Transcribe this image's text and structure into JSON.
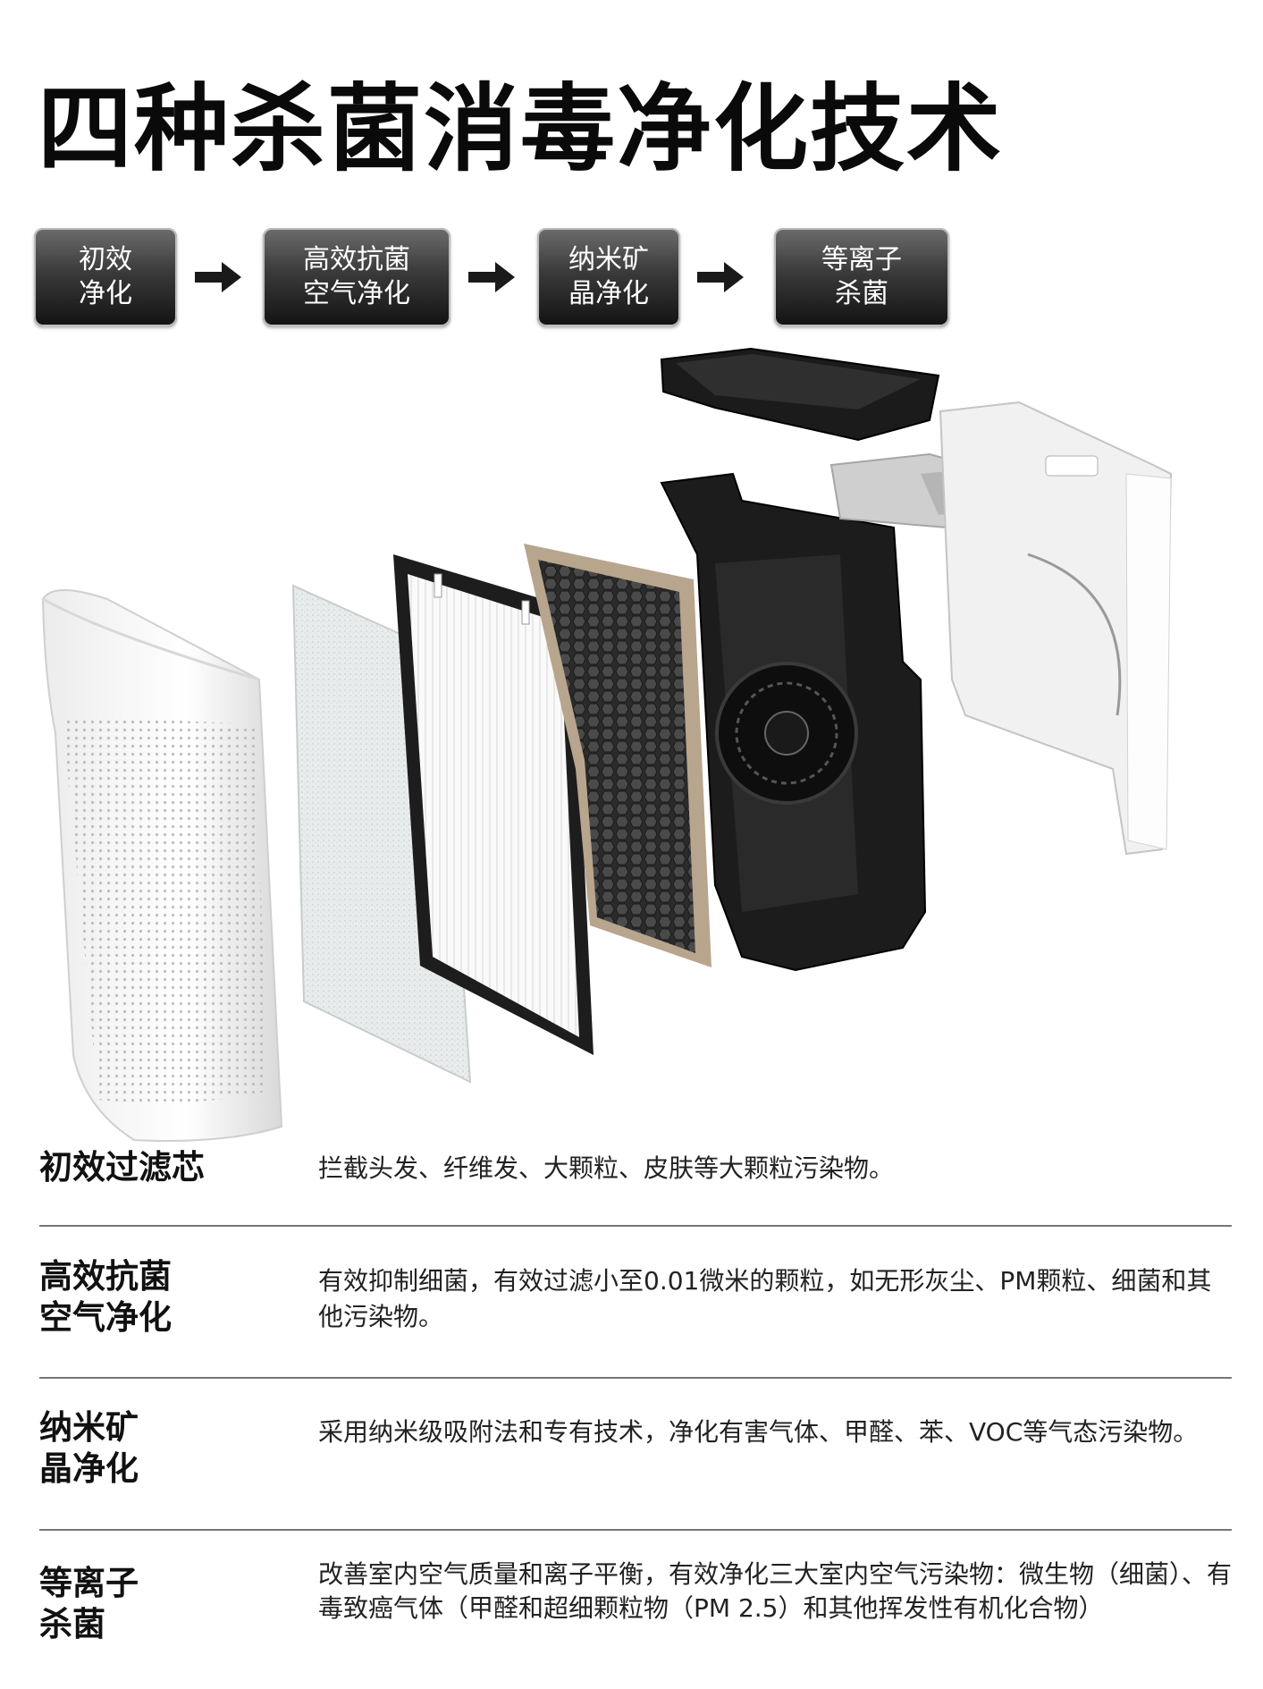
{
  "title": "四种杀菌消毒净化技术",
  "steps": [
    {
      "line1": "初效",
      "line2": "净化"
    },
    {
      "line1": "高效抗菌",
      "line2": "空气净化"
    },
    {
      "line1": "纳米矿",
      "line2": "晶净化"
    },
    {
      "line1": "等离子",
      "line2": "杀菌"
    }
  ],
  "descriptions": [
    {
      "label_line1": "初效过滤芯",
      "label_line2": "",
      "text": "拦截头发、纤维发、大颗粒、皮肤等大颗粒污染物。"
    },
    {
      "label_line1": "高效抗菌",
      "label_line2": "空气净化",
      "text": "有效抑制细菌，有效过滤小至0.01微米的颗粒，如无形灰尘、PM颗粒、细菌和其他污染物。"
    },
    {
      "label_line1": "纳米矿",
      "label_line2": "晶净化",
      "text": "采用纳米级吸附法和专有技术，净化有害气体、甲醛、苯、VOC等气态污染物。"
    },
    {
      "label_line1": "等离子",
      "label_line2": "杀菌",
      "text": "改善室内空气质量和离子平衡，有效净化三大室内空气污染物：微生物（细菌）、有毒致癌气体（甲醛和超细颗粒物（PM 2.5）和其他挥发性有机化合物）"
    }
  ],
  "colors": {
    "step_dark": "#121212",
    "step_light": "#6d6d6d",
    "arrow": "#1a1a1a",
    "divider": "#777777"
  }
}
